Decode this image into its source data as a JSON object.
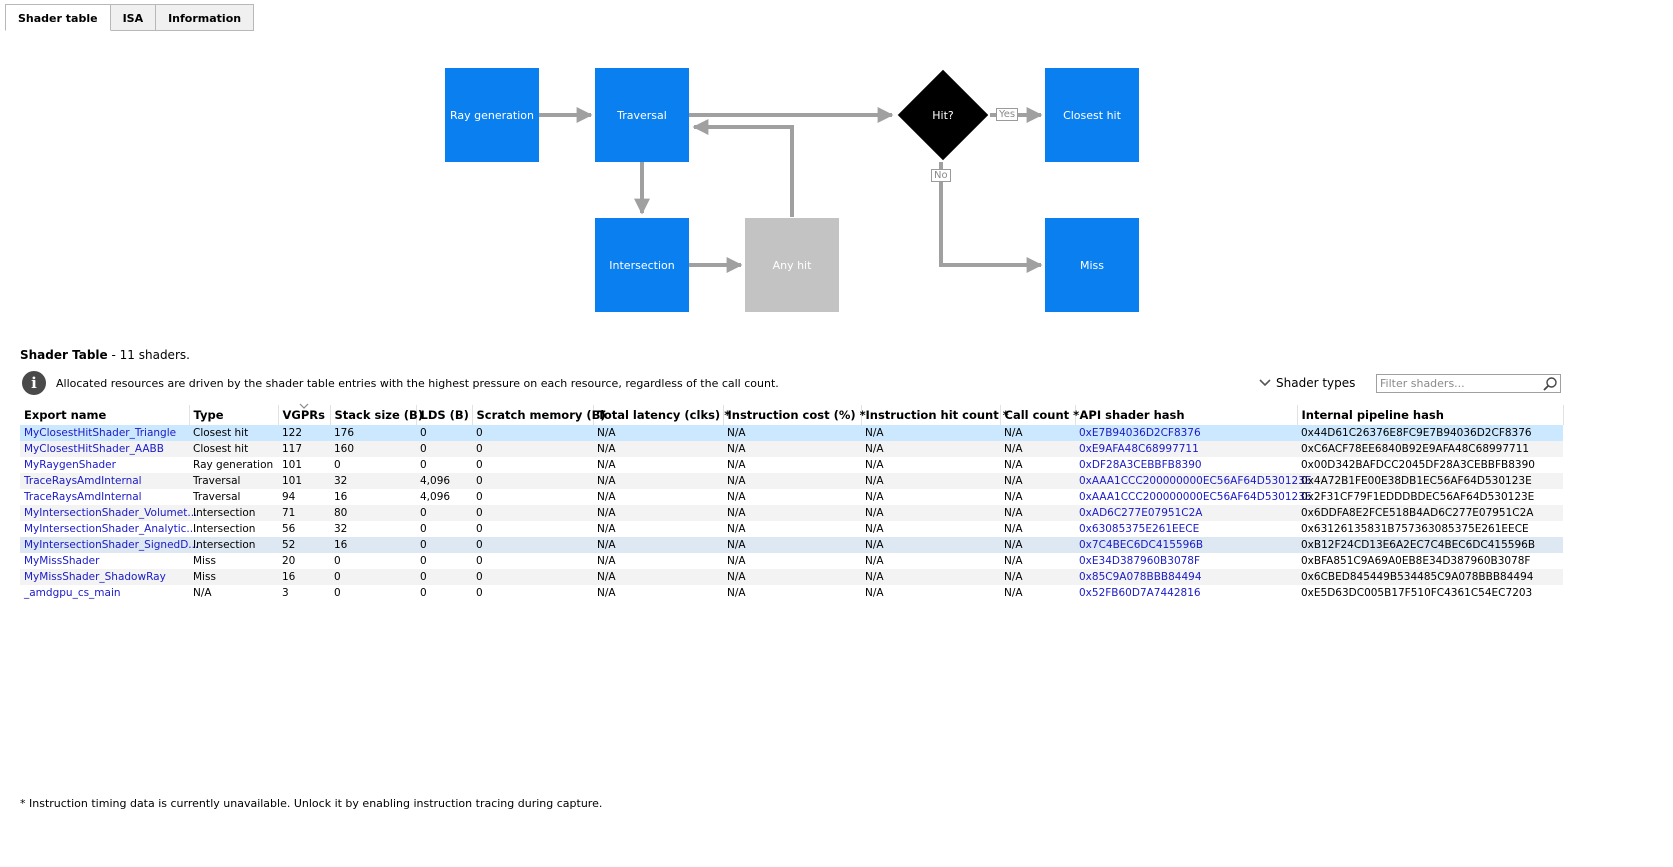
{
  "tabs": [
    "Shader table",
    "ISA",
    "Information"
  ],
  "active_tab": "Shader table",
  "diagram": {
    "nodes": {
      "ray_generation": "Ray generation",
      "traversal": "Traversal",
      "intersection": "Intersection",
      "any_hit": "Any hit",
      "hit_decision": "Hit?",
      "closest_hit": "Closest hit",
      "miss": "Miss"
    },
    "edge_labels": {
      "yes": "Yes",
      "no": "No"
    },
    "colors": {
      "active_node": "#0a7ff0",
      "inactive_node": "#c3c3c3",
      "decision": "#000000",
      "arrow": "#a0a0a0"
    }
  },
  "section": {
    "title": "Shader Table",
    "subtitle": " - 11 shaders.",
    "info": "Allocated resources are driven by the shader table entries with the highest pressure on each resource, regardless of the call count.",
    "shader_types_label": "Shader types",
    "filter_placeholder": "Filter shaders..."
  },
  "table": {
    "columns": [
      "Export name",
      "Type",
      "VGPRs",
      "Stack size (B)",
      "LDS (B)",
      "Scratch memory (B)",
      "Total latency (clks) *",
      "Instruction cost (%) *",
      "Instruction hit count *",
      "Call count *",
      "API shader hash",
      "Internal pipeline hash"
    ],
    "rows": [
      [
        "MyClosestHitShader_Triangle",
        "Closest hit",
        "122",
        "176",
        "0",
        "0",
        "N/A",
        "N/A",
        "N/A",
        "N/A",
        "0xE7B94036D2CF8376",
        "0x44D61C26376E8FC9E7B94036D2CF8376"
      ],
      [
        "MyClosestHitShader_AABB",
        "Closest hit",
        "117",
        "160",
        "0",
        "0",
        "N/A",
        "N/A",
        "N/A",
        "N/A",
        "0xE9AFA48C68997711",
        "0xC6ACF78EE6840B92E9AFA48C68997711"
      ],
      [
        "MyRaygenShader",
        "Ray generation",
        "101",
        "0",
        "0",
        "0",
        "N/A",
        "N/A",
        "N/A",
        "N/A",
        "0xDF28A3CEBBFB8390",
        "0x00D342BAFDCC2045DF28A3CEBBFB8390"
      ],
      [
        "TraceRaysAmdInternal",
        "Traversal",
        "101",
        "32",
        "4,096",
        "0",
        "N/A",
        "N/A",
        "N/A",
        "N/A",
        "0xAAA1CCC200000000EC56AF64D530123E",
        "0x4A72B1FE00E38DB1EC56AF64D530123E"
      ],
      [
        "TraceRaysAmdInternal",
        "Traversal",
        "94",
        "16",
        "4,096",
        "0",
        "N/A",
        "N/A",
        "N/A",
        "N/A",
        "0xAAA1CCC200000000EC56AF64D530123E",
        "0x2F31CF79F1EDDDBDEC56AF64D530123E"
      ],
      [
        "MyIntersectionShader_Volumet...",
        "Intersection",
        "71",
        "80",
        "0",
        "0",
        "N/A",
        "N/A",
        "N/A",
        "N/A",
        "0xAD6C277E07951C2A",
        "0x6DDFA8E2FCE518B4AD6C277E07951C2A"
      ],
      [
        "MyIntersectionShader_Analytic...",
        "Intersection",
        "56",
        "32",
        "0",
        "0",
        "N/A",
        "N/A",
        "N/A",
        "N/A",
        "0x63085375E261EECE",
        "0x63126135831B757363085375E261EECE"
      ],
      [
        "MyIntersectionShader_SignedD...",
        "Intersection",
        "52",
        "16",
        "0",
        "0",
        "N/A",
        "N/A",
        "N/A",
        "N/A",
        "0x7C4BEC6DC415596B",
        "0xB12F24CD13E6A2EC7C4BEC6DC415596B"
      ],
      [
        "MyMissShader",
        "Miss",
        "20",
        "0",
        "0",
        "0",
        "N/A",
        "N/A",
        "N/A",
        "N/A",
        "0xE34D387960B3078F",
        "0xBFA851C9A69A0EB8E34D387960B3078F"
      ],
      [
        "MyMissShader_ShadowRay",
        "Miss",
        "16",
        "0",
        "0",
        "0",
        "N/A",
        "N/A",
        "N/A",
        "N/A",
        "0x85C9A078BBB84494",
        "0x6CBED845449B534485C9A078BBB84494"
      ],
      [
        "_amdgpu_cs_main",
        "N/A",
        "3",
        "0",
        "0",
        "0",
        "N/A",
        "N/A",
        "N/A",
        "N/A",
        "0x52FB60D7A7442816",
        "0xE5D63DC005B17F510FC4361C54EC7203"
      ]
    ],
    "colors": {
      "selected_row": "#cce8ff",
      "link": "#1a1ac8"
    }
  },
  "footnote": "* Instruction timing data is currently unavailable. Unlock it by enabling instruction tracing during capture."
}
